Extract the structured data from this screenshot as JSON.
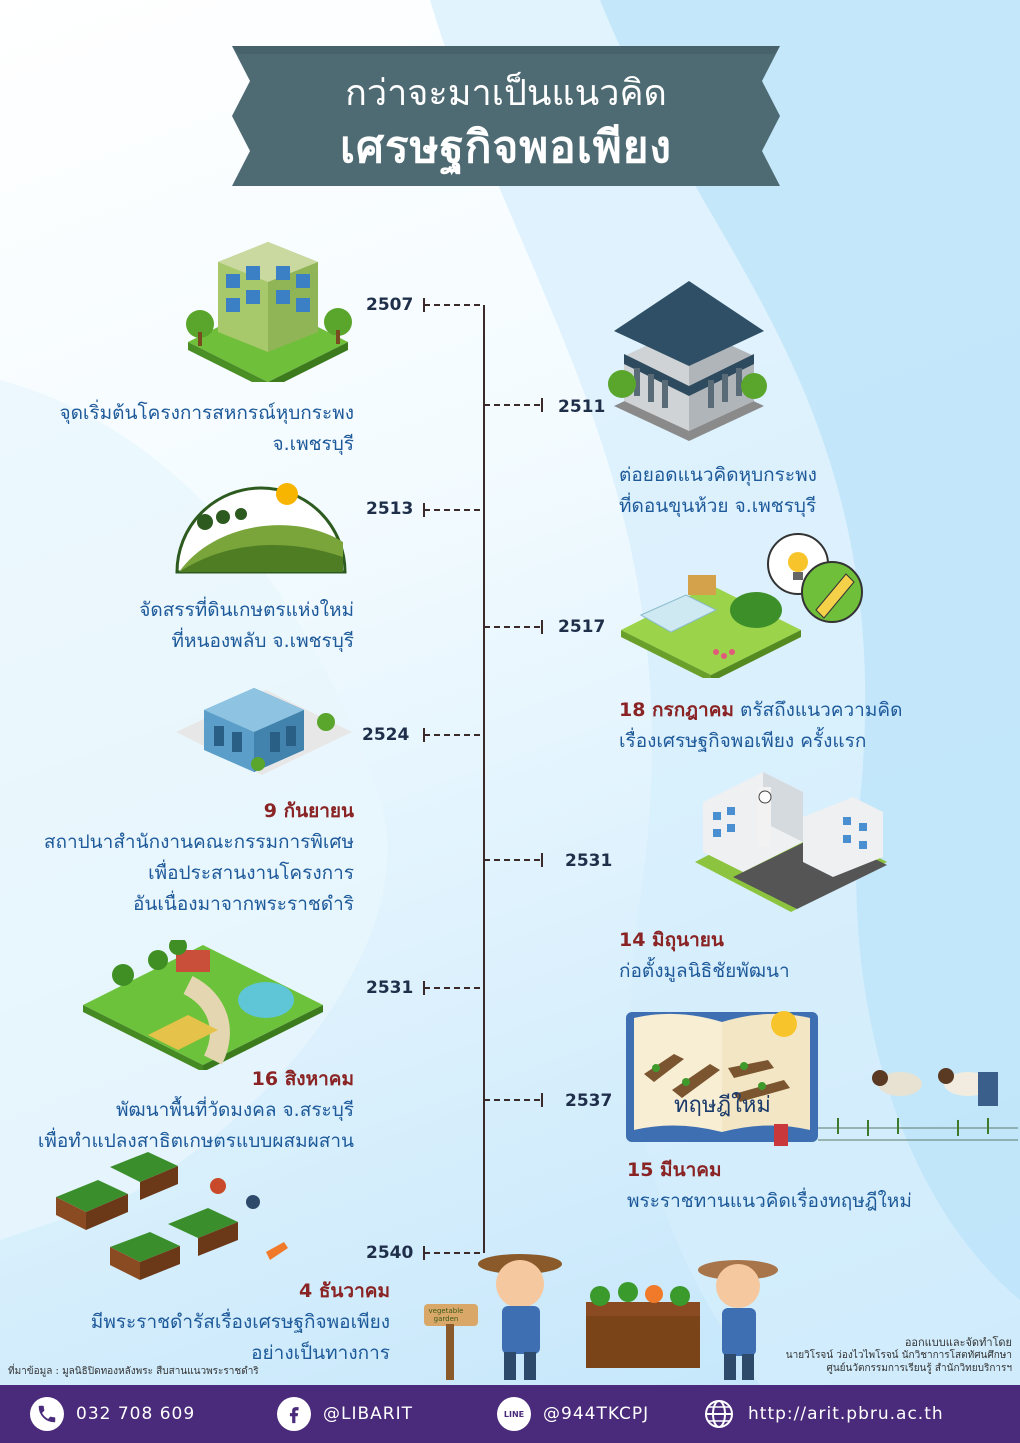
{
  "title": {
    "line1": "กว่าจะมาเป็นแนวคิด",
    "line2": "เศรษฐกิจพอเพียง"
  },
  "events": [
    {
      "year": "2507",
      "line1": "จุดเริ่มต้นโครงการสหกรณ์หุบกระพง",
      "line2": "จ.เพชรบุรี"
    },
    {
      "year": "2511",
      "line1": "ต่อยอดแนวคิดหุบกระพง",
      "line2": "ที่ดอนขุนห้วย จ.เพชรบุรี"
    },
    {
      "year": "2513",
      "line1": "จัดสรรที่ดินเกษตรแห่งใหม่",
      "line2": "ที่หนองพลับ จ.เพชรบุรี"
    },
    {
      "year": "2517",
      "date": "18 กรกฎาคม",
      "line1": " ตรัสถึงแนวความคิด",
      "line2": "เรื่องเศรษฐกิจพอเพียง ครั้งแรก"
    },
    {
      "year": "2524",
      "date": "9 กันยายน",
      "line1": "สถาปนาสำนักงานคณะกรรมการพิเศษ",
      "line2": "เพื่อประสานงานโครงการ",
      "line3": "อันเนื่องมาจากพระราชดำริ"
    },
    {
      "year": "2531",
      "date": "14 มิถุนายน",
      "line1": "ก่อตั้งมูลนิธิชัยพัฒนา"
    },
    {
      "year": "2531",
      "date": "16 สิงหาคม",
      "line1": "พัฒนาพื้นที่วัดมงคล จ.สระบุรี",
      "line2": "เพื่อทำแปลงสาธิตเกษตรแบบผสมผสาน"
    },
    {
      "year": "2537",
      "date": "15 มีนาคม",
      "line1": "พระราชทานแนวคิดเรื่องทฤษฎีใหม่"
    },
    {
      "year": "2540",
      "date": "4 ธันวาคม",
      "line1": "มีพระราชดำรัสเรื่องเศรษฐกิจพอเพียง",
      "line2": "อย่างเป็นทางการ"
    }
  ],
  "book_label": "ทฤษฎีใหม่",
  "sign_label": "vegetable garden",
  "source": "ที่มาข้อมูล : มูลนิธิปิดทองหลังพระ สืบสานแนวพระราชดำริ",
  "credit": {
    "heading": "ออกแบบและจัดทำโดย",
    "line1": "นายวิโรจน์ ว่องไวไพโรจน์ นักวิชาการโสตทัศนศึกษา",
    "line2": "ศูนย์นวัตกรรมการเรียนรู้ สำนักวิทยบริการฯ"
  },
  "footer": {
    "phone": "032 708 609",
    "facebook": "@LIBARIT",
    "line": "@944TKCPJ",
    "line_icon_text": "LINE",
    "website": "http://arit.pbru.ac.th"
  },
  "colors": {
    "banner": "#4e6a73",
    "footer": "#4a2a7a",
    "date_text": "#8a2424",
    "caption_text": "#1e5a9a"
  }
}
